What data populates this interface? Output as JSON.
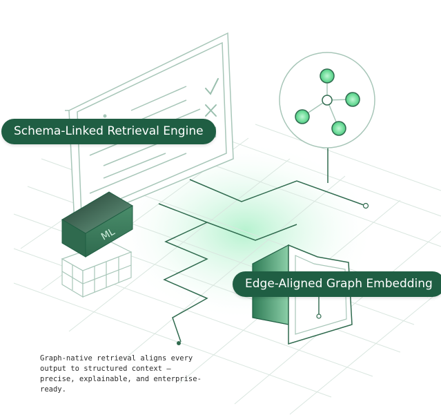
{
  "labels": {
    "left_pill": "Schema-Linked Retrieval Engine",
    "right_pill": "Edge-Aligned Graph Embedding",
    "ml_badge": "ML"
  },
  "caption": "Graph-native retrieval aligns every\noutput to structured context —\nprecise, explainable, and enterprise-\nready.",
  "colors": {
    "accent": "#1f5e43",
    "line": "#a7c6b8",
    "node": "#6fdc9a",
    "glow": "#9ef0bf"
  },
  "icons": {
    "check": "check-icon",
    "cross": "x-icon"
  }
}
